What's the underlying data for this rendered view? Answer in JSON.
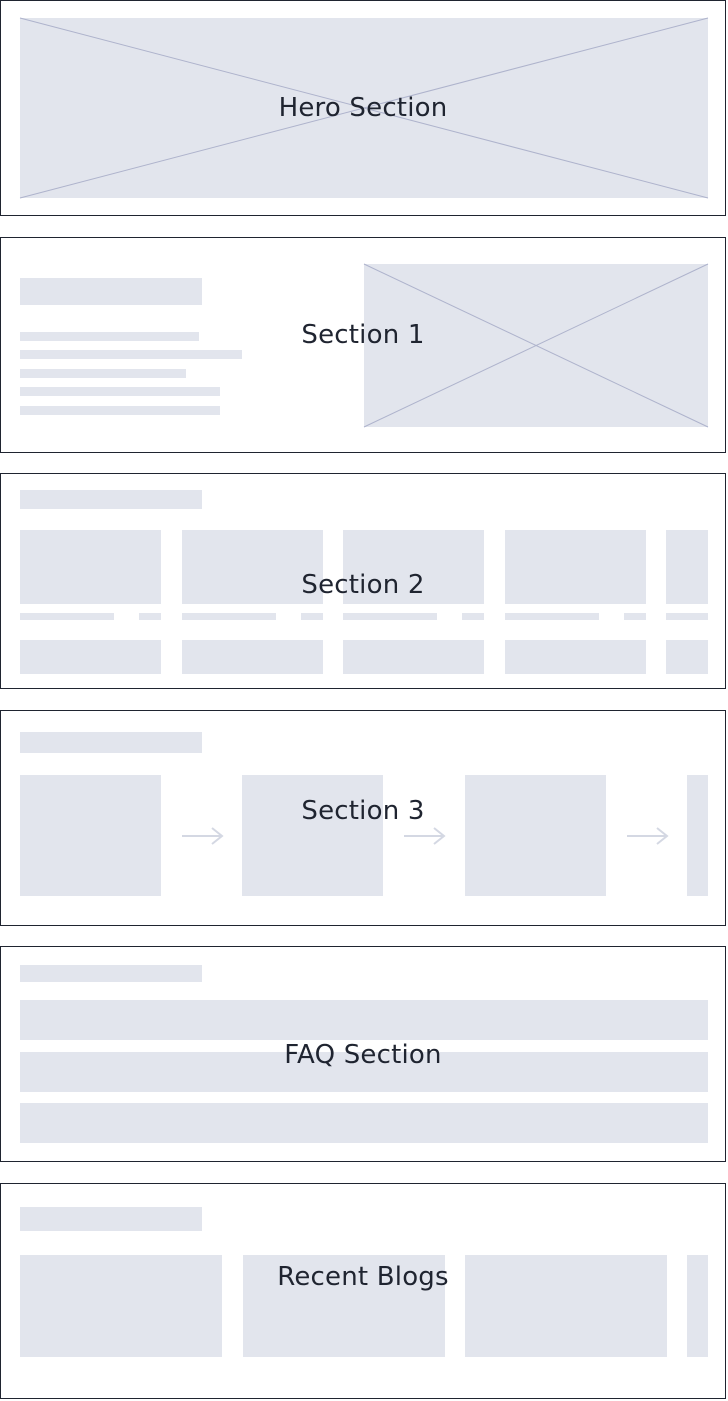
{
  "sections": [
    {
      "id": "hero",
      "label": "Hero Section"
    },
    {
      "id": "s1",
      "label": "Section 1"
    },
    {
      "id": "s2",
      "label": "Section 2"
    },
    {
      "id": "s3",
      "label": "Section 3"
    },
    {
      "id": "faq",
      "label": "FAQ Section"
    },
    {
      "id": "blogs",
      "label": "Recent Blogs"
    }
  ],
  "colors": {
    "border": "#1f2430",
    "placeholder": "#e2e5ed",
    "cross_lines": "#aeb3cc",
    "arrow": "#d4d8e3",
    "text": "#1f2430"
  }
}
